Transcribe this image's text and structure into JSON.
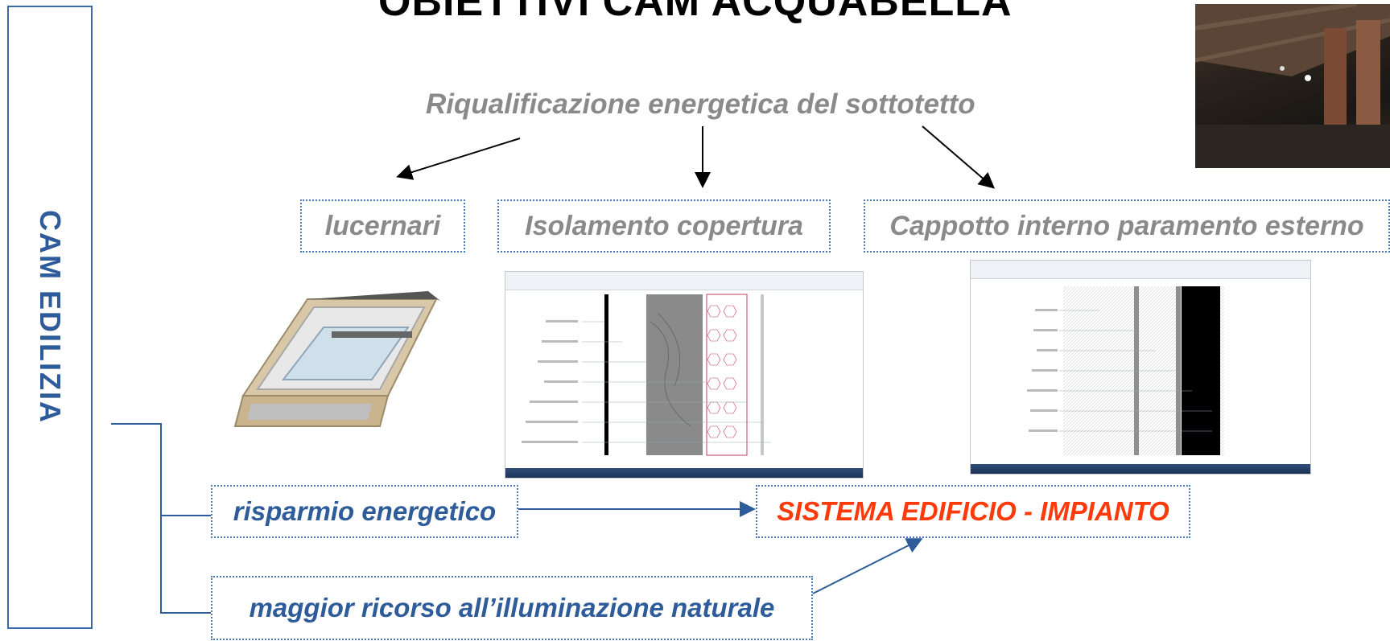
{
  "slide": {
    "title": "OBIETTIVI CAM ACQUABELLA",
    "sidebar_label": "CAM EDILIZIA",
    "subtitle": "Riqualificazione energetica del sottotetto"
  },
  "targets": {
    "lucernari": "lucernari",
    "isolamento": "Isolamento copertura",
    "cappotto": "Cappotto interno paramento esterno"
  },
  "bottom": {
    "risparmio": "risparmio energetico",
    "sistema": "SISTEMA EDIFICIO - IMPIANTO",
    "illuminazione": "maggior ricorso all’illuminazione naturale"
  },
  "colors": {
    "accent_blue": "#2e5c9a",
    "highlight_red": "#ff3a0a",
    "subtitle_grey": "#8a8a8a"
  },
  "images": [
    {
      "icon": "attic-photo"
    },
    {
      "icon": "skylight-window"
    },
    {
      "icon": "roof-stratigraphy-screenshot"
    },
    {
      "icon": "wall-stratigraphy-screenshot"
    }
  ]
}
